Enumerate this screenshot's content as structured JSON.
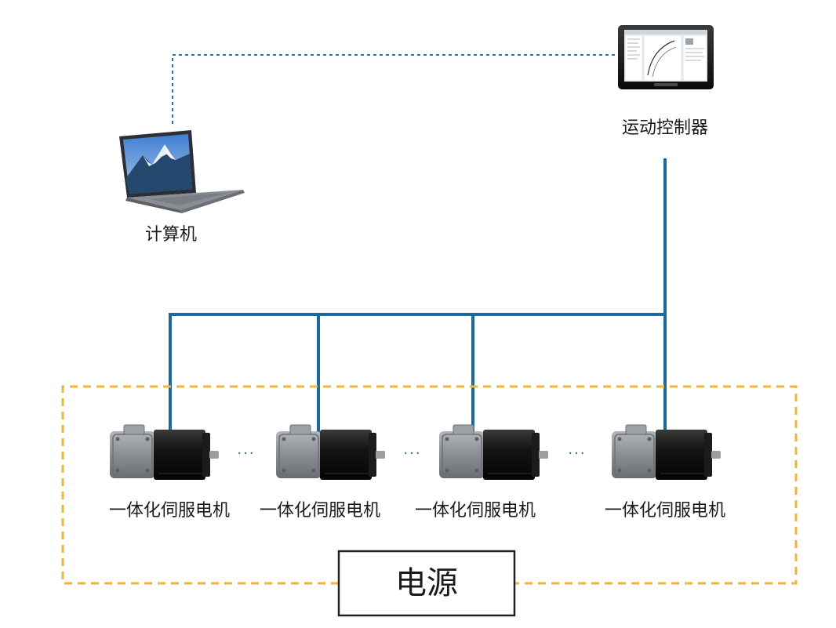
{
  "nodes": {
    "computer": {
      "label": "计算机",
      "icon": "laptop-icon"
    },
    "controller": {
      "label": "运动控制器",
      "icon": "motion-controller-hmi-icon"
    },
    "motors": [
      {
        "label": "一体化伺服电机",
        "icon": "servo-motor-icon"
      },
      {
        "label": "一体化伺服电机",
        "icon": "servo-motor-icon"
      },
      {
        "label": "一体化伺服电机",
        "icon": "servo-motor-icon"
      },
      {
        "label": "一体化伺服电机",
        "icon": "servo-motor-icon"
      }
    ],
    "power_supply": {
      "label": "电源"
    }
  },
  "ellipsis": [
    "···",
    "···",
    "···"
  ],
  "colors": {
    "bus_line": "#1d6a9a",
    "dashed_link": "#2a6ea6",
    "power_boundary": "#f0b43c",
    "motor_gray": "#8d9196",
    "motor_black": "#151515",
    "box_border": "#222222"
  }
}
